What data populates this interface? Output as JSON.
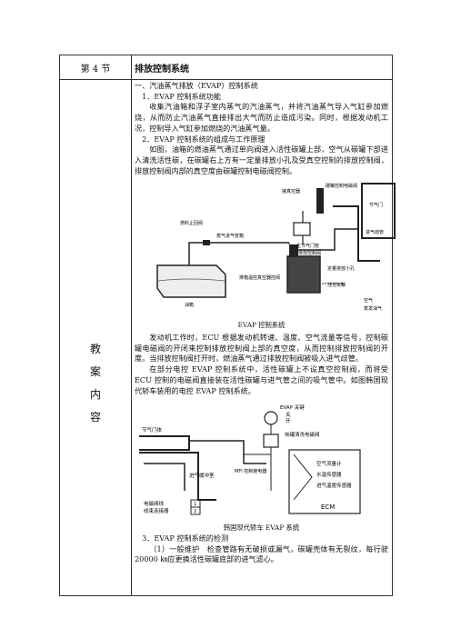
{
  "header": {
    "section": "第 4 节",
    "title": "排放控制系统"
  },
  "left_labels": [
    "教",
    "案",
    "内",
    "容"
  ],
  "content": {
    "h1": "一、汽油蒸气排放（EVAP）控制系统",
    "h2": "1．EVAP 控制系统功能",
    "p1": "收集汽油箱和浮子室内蒸气的汽油蒸气，并将汽油蒸气导入气缸参加燃烧，从而防止汽油蒸气直接排出大气而防止造成污染。同时，根据发动机工况，控制导入气缸参加燃烧的汽油蒸气量。",
    "h3": "2．EVAP 控制系统的组成与工作原理",
    "p2": "如图，油箱的燃油蒸气通过单向阀进入活性碳罐上部，空气从碳罐下部进入清洗活性碳，在碳罐右上方有一定量排放小孔及受真空控制的排放控制阀，排放控制阀内部的真空度由碳罐控制电磁阀控制。",
    "fig1_caption": "EVAP 控制系统",
    "p3": "发动机工作时，ECU 根据发动机转速、温度、空气流量等信号，控制碳罐电磁阀的开闭来控制排放控制阀上部的真空度，从而控制排放控制阀的开度。当排放控制阀打开时，燃油蒸气通过排放控制阀被吸入进气歧管。",
    "p4": "在部分电控 EVAP 控制系统中，活性碳罐上不设真空控制阀，而将受 ECU 控制的电磁阀直接装在活性碳罐与进气管之间的吸气管中。如图韩国现代轿车装用的电控 EVAP 控制系统。",
    "fig2_caption": "韩国现代轿车 EVAP 系统",
    "h4": "3．EVAP 控制系统的检测",
    "p5": "（1）一般维护　检查管路有无破损或漏气，碳罐壳体有无裂纹，每行驶 20000 ㎞应更换活性碳罐底部的进气滤心。"
  },
  "fig1_labels": {
    "l1": "接真空器",
    "l2": "碳罐控制电磁阀",
    "l3": "节气门",
    "l4": "燃料止回阀",
    "l5": "蒸气进气管箱",
    "l6": "主节气门管",
    "l7": "排放控制阀",
    "l8": "进气歧管",
    "l9": "排箱温控真空器控阀",
    "l10": "定量排放小孔",
    "l11": "活性炭罐",
    "l12": "油箱",
    "l13": "空气",
    "l14": "蒸发油气"
  },
  "fig2_labels": {
    "l1": "节气门体",
    "l2": "EVAP 关键",
    "l3": "关",
    "l4": "开",
    "l5": "炭罐清洗电磁阀",
    "l6": "MFI 控制继电器",
    "l7": "空气流量计",
    "l8": "水温传感器",
    "l9": "进气温度传感器",
    "l10": "进气缓冲室",
    "l11": "ECM",
    "l12": "电磁阀线",
    "l13": "线束连接器",
    "l14": "1",
    "l15": "2"
  }
}
